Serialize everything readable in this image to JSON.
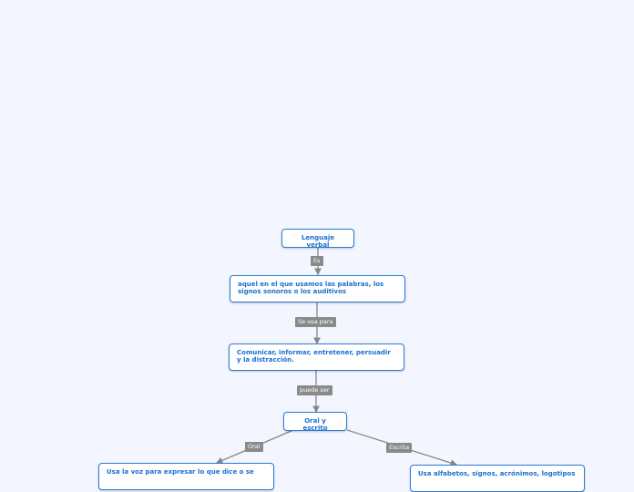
{
  "nodes": {
    "root": "Lenguaje verbal",
    "def": "aquel en el que usamos las palabras, los signos sonoros o los auditivos",
    "uses": "Comunicar, informar, entretener, persuadir y la distracción.",
    "types": "Oral y escrito",
    "oral": "Usa la voz para expresar lo que dice o se",
    "written": "Usa alfabetos, signos, acrónimos, logotipos"
  },
  "links": {
    "es": "Es",
    "se_usa_para": "Se usa para",
    "puede_ser": "puede ser",
    "oral": "Oral",
    "escrita": "Escrita"
  },
  "colors": {
    "node_border": "#2b7bd6",
    "node_text": "#1a6fd0",
    "link_label": "#8a8a8a",
    "background": "#f3f6fe"
  }
}
